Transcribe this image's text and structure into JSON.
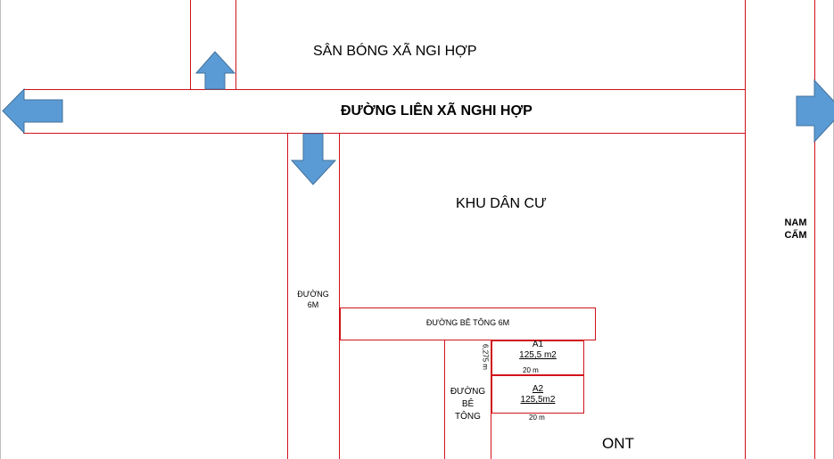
{
  "labels": {
    "san_bong": "SÂN BÓNG XÃ NGI HỢP",
    "duong_lien_xa": "ĐƯỜNG LIÊN XÃ NGHI HỢP",
    "khu_dan_cu": "KHU DÂN CƯ",
    "nam_cam_line1": "NAM",
    "nam_cam_line2": "CẤM",
    "duong_6m_line1": "ĐƯỜNG",
    "duong_6m_line2": "6M",
    "duong_be_tong_6m": "ĐƯỜNG BÊ TÔNG 6M",
    "duong_be_tong_line1": "ĐƯỜNG",
    "duong_be_tong_line2": "BÊ",
    "duong_be_tong_line3": "TÔNG",
    "ont": "ONT"
  },
  "lots": [
    {
      "name": "A1",
      "area": "125,5 m2",
      "width": "20 m"
    },
    {
      "name": "A2",
      "area": "125,5m2",
      "width": "20 m"
    }
  ],
  "dimension_side": "6,275 m",
  "colors": {
    "boundary": "#d0121a",
    "arrow_fill": "#5b9bd5",
    "arrow_stroke": "#41719c",
    "frame_gray": "#bfbfbf"
  },
  "icons": {
    "left_arrow": "arrow-left",
    "right_arrow": "arrow-right",
    "up_arrow": "arrow-up",
    "down_arrow": "arrow-down"
  }
}
